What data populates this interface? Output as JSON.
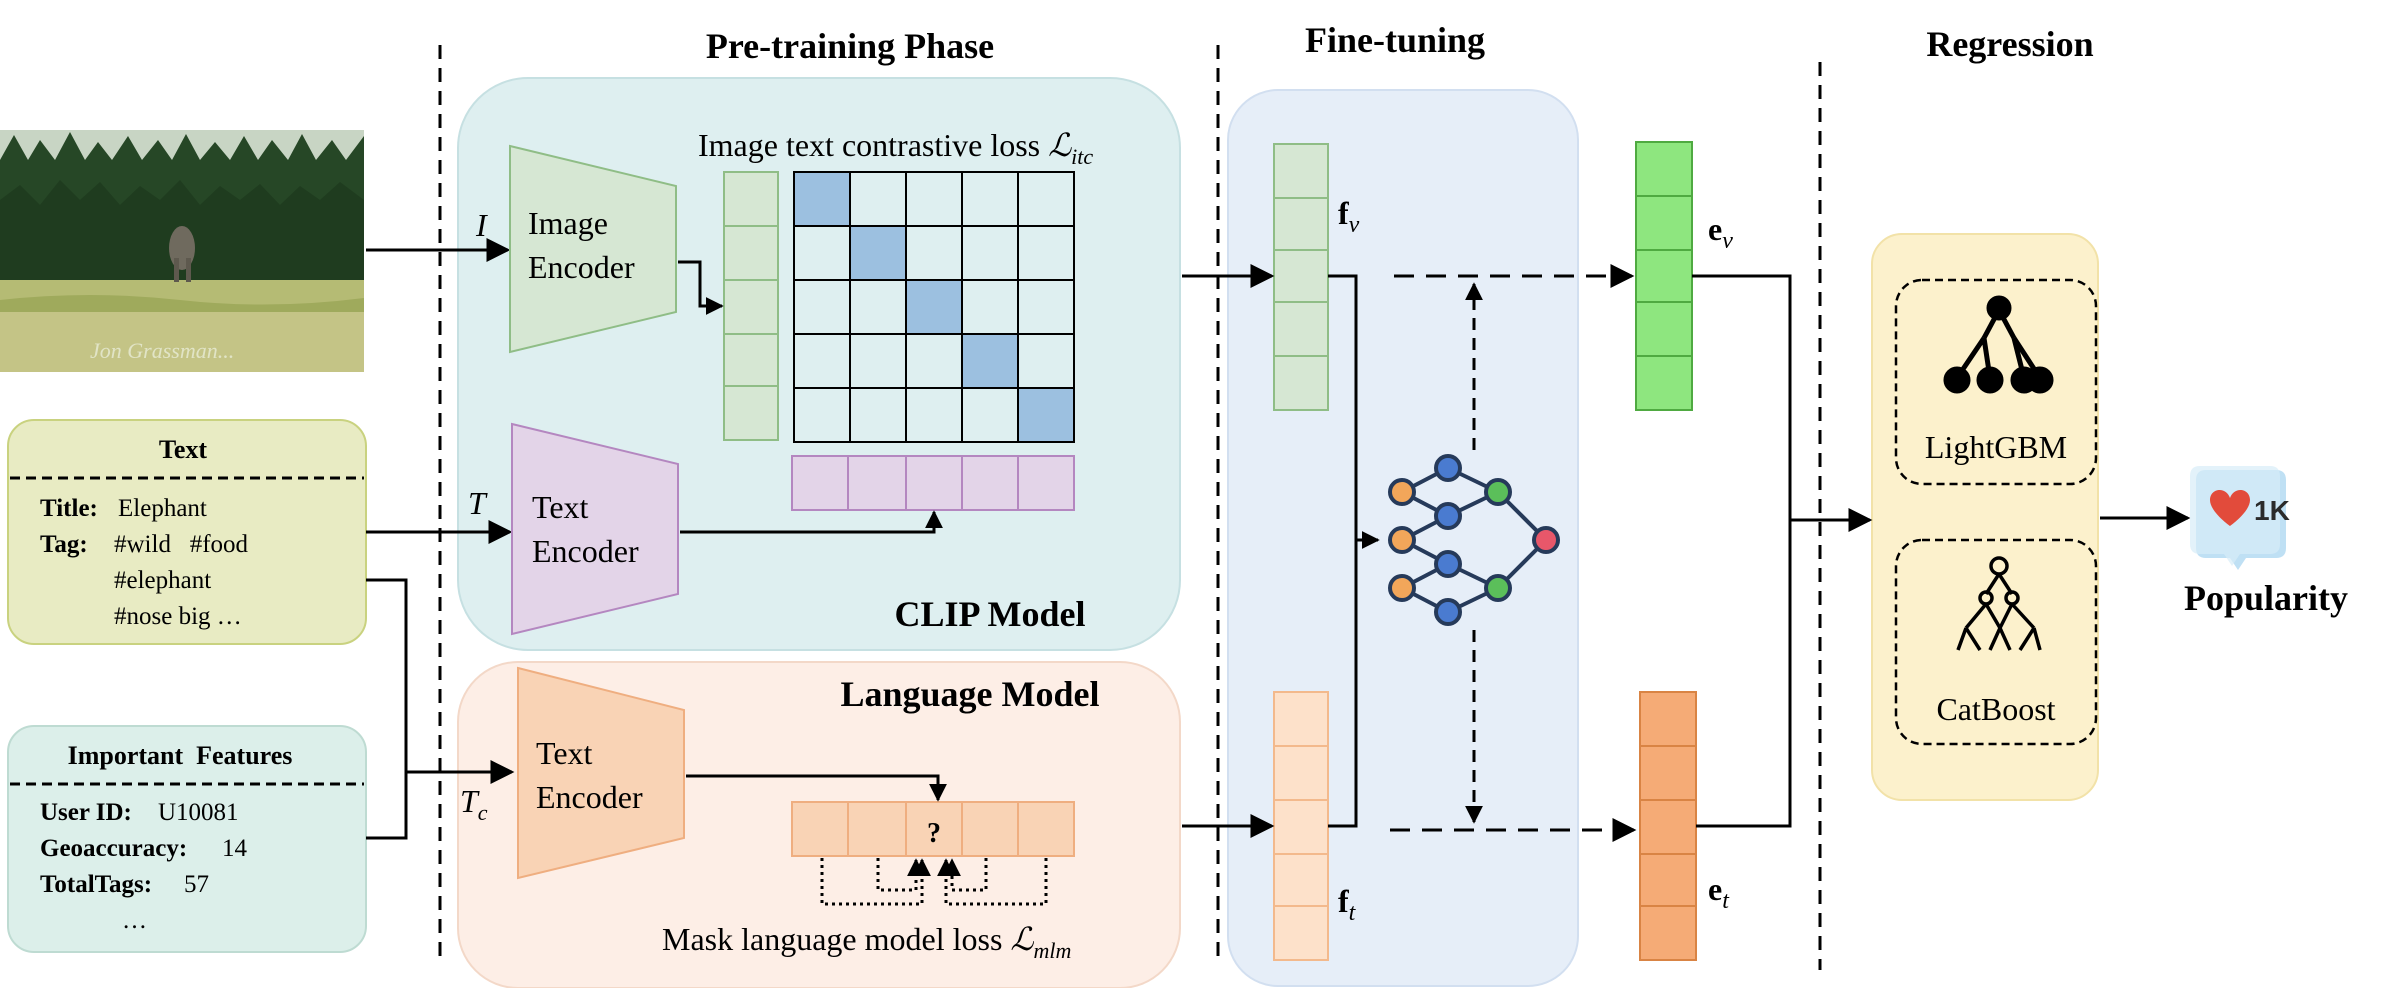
{
  "sections": {
    "pretraining": "Pre-training Phase",
    "finetuning": "Fine-tuning",
    "regression": "Regression"
  },
  "inputs": {
    "image_label": "I",
    "text_label": "T",
    "features_label": "T",
    "features_label_sub": "c",
    "image_signature": "Jon Grassman..."
  },
  "text_box": {
    "title": "Text",
    "title_key": "Title:",
    "title_value": "Elephant",
    "tag_key": "Tag:",
    "tags": [
      "#wild   #food",
      "#elephant",
      "#nose big …"
    ]
  },
  "features_box": {
    "title": "Important  Features",
    "rows": [
      {
        "key": "User ID:",
        "value": "U10081"
      },
      {
        "key": "Geoaccuracy:",
        "value": "14"
      },
      {
        "key": "TotalTags:",
        "value": "57"
      }
    ],
    "ellipsis": "…"
  },
  "clip": {
    "title": "CLIP Model",
    "image_encoder": [
      "Image",
      "Encoder"
    ],
    "text_encoder": [
      "Text",
      "Encoder"
    ],
    "loss_text": "Image text contrastive loss ",
    "loss_symbol": "ℒ",
    "loss_sub": "itc"
  },
  "lm": {
    "title": "Language Model",
    "encoder": [
      "Text",
      "Encoder"
    ],
    "mask_token": "?",
    "loss_text": "Mask language model loss ",
    "loss_symbol": "ℒ",
    "loss_sub": "mlm"
  },
  "features": {
    "fv": "f",
    "fv_sub": "v",
    "ft": "f",
    "ft_sub": "t",
    "ev": "e",
    "ev_sub": "v",
    "et": "e",
    "et_sub": "t"
  },
  "models": {
    "lightgbm": "LightGBM",
    "catboost": "CatBoost"
  },
  "output": {
    "badge": "1K",
    "label": "Popularity"
  },
  "colors": {
    "clip_bg": "#deeff0",
    "lm_bg": "#fdeee6",
    "finetune_bg": "#e6eef8",
    "regression_bg": "#fcf1cc",
    "text_box_bg": "#e8ebc3",
    "features_box_bg": "#dcefea",
    "image_encoder": "#d6e7d3",
    "text_encoder_clip": "#e3d4e8",
    "text_encoder_lm": "#f9d3b5",
    "matrix_highlight": "#9cc0e0",
    "green_vec": "#8ee67f",
    "orange_vec": "#f5ab76",
    "heart": "#e24b3b"
  }
}
